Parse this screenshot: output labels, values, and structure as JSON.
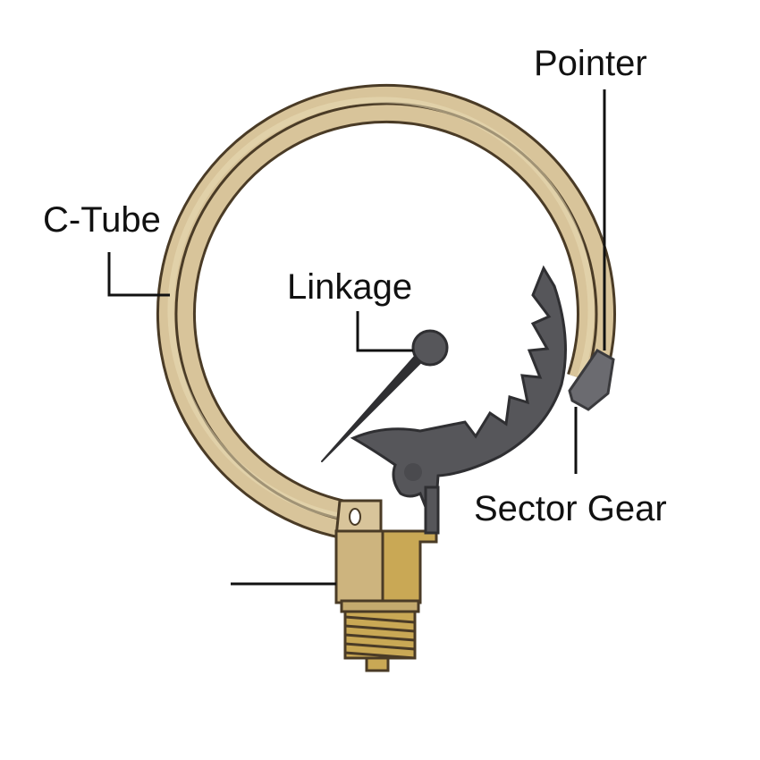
{
  "labels": {
    "pointer": "Pointer",
    "c_tube": "C-Tube",
    "linkage": "Linkage",
    "sector_gear": "Sector Gear"
  },
  "colors": {
    "tube_outline": "#4a3b26",
    "tube_fill": "#d8c49a",
    "tube_highlight": "#eadcb6",
    "socket_fill": "#cdb47e",
    "socket_shade": "#c9a855",
    "gear_fill": "#56565a",
    "leader_line": "#111111"
  }
}
